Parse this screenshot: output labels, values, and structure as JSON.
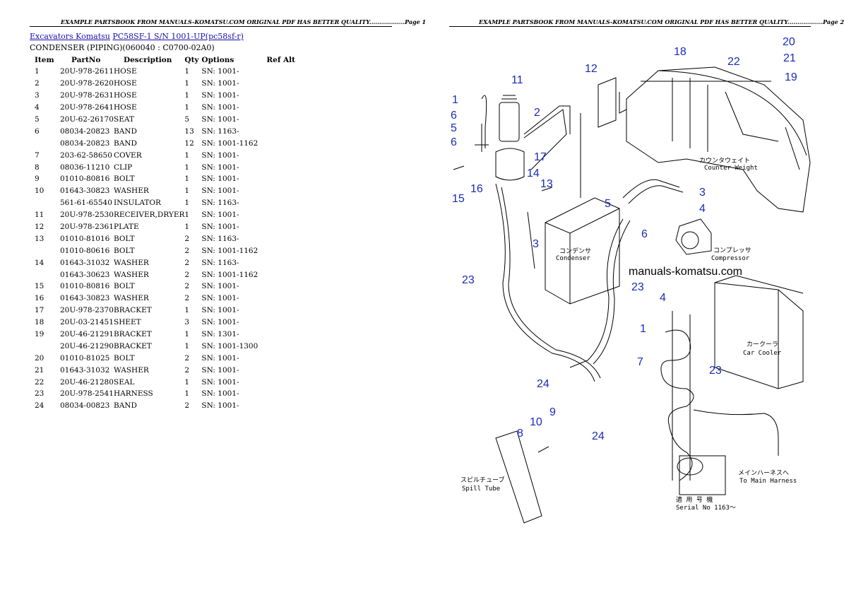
{
  "header": {
    "page1": "EXAMPLE PARTSBOOK FROM MANUALS-KOMATSU.COM ORIGINAL PDF HAS BETTER QUALITY..................Page 1",
    "page2": "EXAMPLE PARTSBOOK FROM MANUALS-KOMATSU.COM ORIGINAL PDF HAS BETTER QUALITY..................Page 2"
  },
  "breadcrumb": {
    "link1": "Excavators Komatsu",
    "link2": "PC58SF-1 S/N 1001-UP(pc58sf-r)"
  },
  "subtitle": "CONDENSER (PIPING)(060040 : C0700-02A0)",
  "table": {
    "headers": {
      "item": "Item",
      "partno": "PartNo",
      "description": "Description",
      "qty": "Qty",
      "options": "Options",
      "refalt": "Ref Alt"
    },
    "rows": [
      {
        "item": "1",
        "partno": "20U-978-2611",
        "description": "HOSE",
        "qty": "1",
        "options": "SN: 1001-"
      },
      {
        "item": "2",
        "partno": "20U-978-2620",
        "description": "HOSE",
        "qty": "1",
        "options": "SN: 1001-"
      },
      {
        "item": "3",
        "partno": "20U-978-2631",
        "description": "HOSE",
        "qty": "1",
        "options": "SN: 1001-"
      },
      {
        "item": "4",
        "partno": "20U-978-2641",
        "description": "HOSE",
        "qty": "1",
        "options": "SN: 1001-"
      },
      {
        "item": "5",
        "partno": "20U-62-26170",
        "description": "SEAT",
        "qty": "5",
        "options": "SN: 1001-"
      },
      {
        "item": "6",
        "partno": "08034-20823",
        "description": "BAND",
        "qty": "13",
        "options": "SN: 1163-"
      },
      {
        "item": "",
        "partno": "08034-20823",
        "description": "BAND",
        "qty": "12",
        "options": "SN: 1001-1162"
      },
      {
        "item": "7",
        "partno": "203-62-58650",
        "description": "COVER",
        "qty": "1",
        "options": "SN: 1001-"
      },
      {
        "item": "8",
        "partno": "08036-11210",
        "description": "CLIP",
        "qty": "1",
        "options": "SN: 1001-"
      },
      {
        "item": "9",
        "partno": "01010-80816",
        "description": "BOLT",
        "qty": "1",
        "options": "SN: 1001-"
      },
      {
        "item": "10",
        "partno": "01643-30823",
        "description": "WASHER",
        "qty": "1",
        "options": "SN: 1001-"
      },
      {
        "item": "",
        "partno": "561-61-65540",
        "description": "INSULATOR",
        "qty": "1",
        "options": "SN: 1163-"
      },
      {
        "item": "11",
        "partno": "20U-978-2530",
        "description": "RECEIVER,DRYER",
        "qty": "1",
        "options": "SN: 1001-"
      },
      {
        "item": "12",
        "partno": "20U-978-2361",
        "description": "PLATE",
        "qty": "1",
        "options": "SN: 1001-"
      },
      {
        "item": "13",
        "partno": "01010-81016",
        "description": "BOLT",
        "qty": "2",
        "options": "SN: 1163-"
      },
      {
        "item": "",
        "partno": "01010-80616",
        "description": "BOLT",
        "qty": "2",
        "options": "SN: 1001-1162"
      },
      {
        "item": "14",
        "partno": "01643-31032",
        "description": "WASHER",
        "qty": "2",
        "options": "SN: 1163-"
      },
      {
        "item": "",
        "partno": "01643-30623",
        "description": "WASHER",
        "qty": "2",
        "options": "SN: 1001-1162"
      },
      {
        "item": "15",
        "partno": "01010-80816",
        "description": "BOLT",
        "qty": "2",
        "options": "SN: 1001-"
      },
      {
        "item": "16",
        "partno": "01643-30823",
        "description": "WASHER",
        "qty": "2",
        "options": "SN: 1001-"
      },
      {
        "item": "17",
        "partno": "20U-978-2370",
        "description": "BRACKET",
        "qty": "1",
        "options": "SN: 1001-"
      },
      {
        "item": "18",
        "partno": "20U-03-21451",
        "description": "SHEET",
        "qty": "3",
        "options": "SN: 1001-"
      },
      {
        "item": "19",
        "partno": "20U-46-21291",
        "description": "BRACKET",
        "qty": "1",
        "options": "SN: 1301-"
      },
      {
        "item": "",
        "partno": "20U-46-21290",
        "description": "BRACKET",
        "qty": "1",
        "options": "SN: 1001-1300"
      },
      {
        "item": "20",
        "partno": "01010-81025",
        "description": "BOLT",
        "qty": "2",
        "options": "SN: 1001-"
      },
      {
        "item": "21",
        "partno": "01643-31032",
        "description": "WASHER",
        "qty": "2",
        "options": "SN: 1001-"
      },
      {
        "item": "22",
        "partno": "20U-46-21280",
        "description": "SEAL",
        "qty": "1",
        "options": "SN: 1001-"
      },
      {
        "item": "23",
        "partno": "20U-978-2541",
        "description": "HARNESS",
        "qty": "1",
        "options": "SN: 1001-"
      },
      {
        "item": "24",
        "partno": "08034-00823",
        "description": "BAND",
        "qty": "2",
        "options": "SN: 1001-"
      }
    ]
  },
  "diagram": {
    "watermark": "manuals-komatsu.com",
    "labels": {
      "counter_weight_jp": "カウンタウェイト",
      "counter_weight": "Counter Weight",
      "condenser_jp": "コンデンサ",
      "condenser": "Condenser",
      "compressor_jp": "コンプレッサ",
      "compressor": "Compressor",
      "car_cooler_jp": "カークーラ",
      "car_cooler": "Car Cooler",
      "main_harness_jp": "メインハーネスへ",
      "main_harness": "To Main Harness",
      "spill_tube_jp": "スピルチューブ",
      "spill_tube": "Spill Tube",
      "serial_jp": "適 用 号 機",
      "serial": "Serial No 1163～"
    },
    "callouts": [
      "1",
      "6",
      "5",
      "6",
      "11",
      "2",
      "12",
      "18",
      "22",
      "20",
      "21",
      "19",
      "17",
      "14",
      "13",
      "15",
      "16",
      "5",
      "6",
      "3",
      "4",
      "3",
      "23",
      "23",
      "4",
      "1",
      "7",
      "23",
      "24",
      "24",
      "8",
      "10",
      "9"
    ]
  }
}
